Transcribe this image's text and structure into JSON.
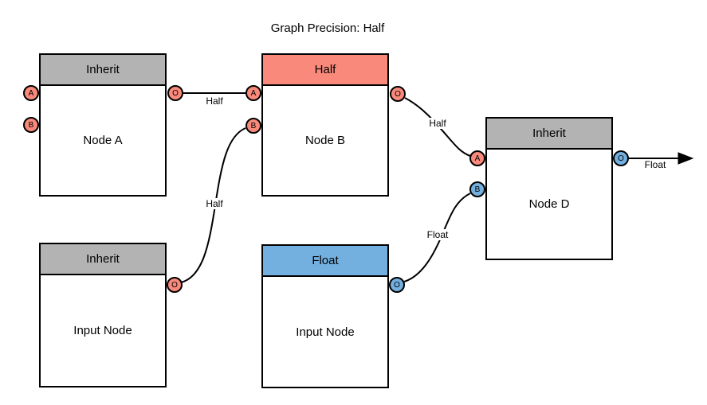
{
  "title": "Graph Precision: Half",
  "colors": {
    "salmon": "#F9897B",
    "blue": "#74B0DF",
    "gray": "#B3B3B3",
    "stroke": "#000000"
  },
  "nodes": {
    "node_a": {
      "header": "Inherit",
      "body": "Node A",
      "ports": {
        "a": "A",
        "b": "B",
        "o": "O"
      }
    },
    "node_b": {
      "header": "Half",
      "body": "Node B",
      "ports": {
        "a": "A",
        "b": "B",
        "o": "O"
      }
    },
    "node_d": {
      "header": "Inherit",
      "body": "Node D",
      "ports": {
        "a": "A",
        "b": "B",
        "o": "O"
      }
    },
    "input_left": {
      "header": "Inherit",
      "body": "Input Node",
      "ports": {
        "o": "O"
      }
    },
    "input_float": {
      "header": "Float",
      "body": "Input Node",
      "ports": {
        "o": "O"
      }
    }
  },
  "edges": {
    "a_out_to_b_a": {
      "label": "Half",
      "from": "Node A.O",
      "to": "Node B.A"
    },
    "inputleft_out_to_b_b": {
      "label": "Half",
      "from": "Input Node.O",
      "to": "Node B.B"
    },
    "b_out_to_d_a": {
      "label": "Half",
      "from": "Node B.O",
      "to": "Node D.A"
    },
    "inputfloat_out_to_d_b": {
      "label": "Float",
      "from": "Input Node.O",
      "to": "Node D.B"
    },
    "d_out_final": {
      "label": "Float",
      "from": "Node D.O"
    }
  }
}
